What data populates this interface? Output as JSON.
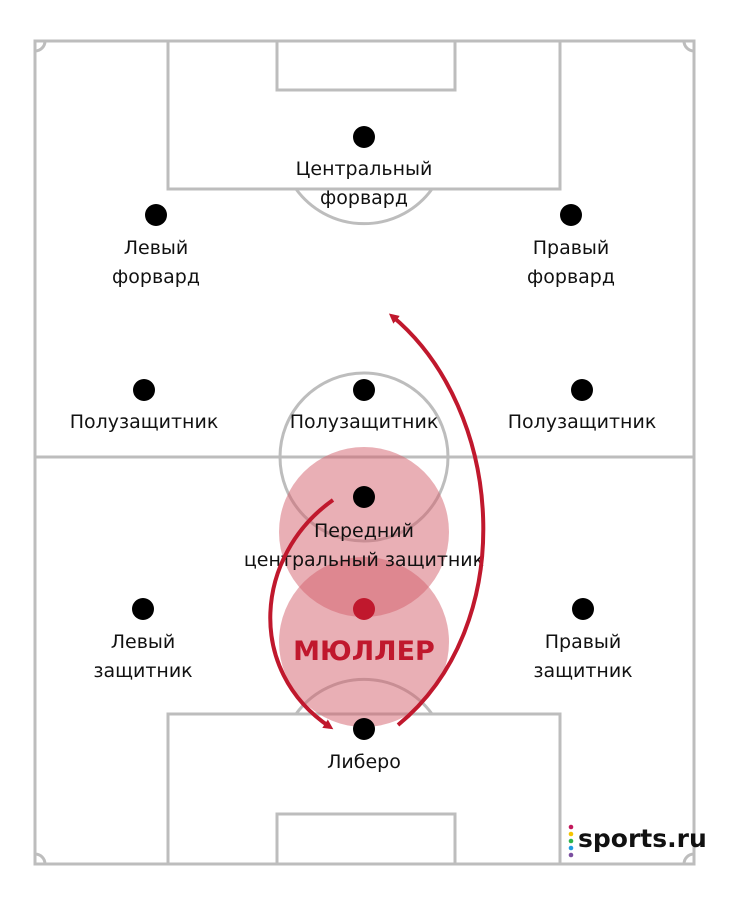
{
  "positions": {
    "center_forward": [
      "Центральный",
      "форвард"
    ],
    "left_forward": [
      "Левый",
      "форвард"
    ],
    "right_forward": [
      "Правый",
      "форвард"
    ],
    "mid_left": "Полузащитник",
    "mid_center": "Полузащитник",
    "mid_right": "Полузащитник",
    "front_center_back": [
      "Передний",
      "центральный защитник"
    ],
    "left_back": [
      "Левый",
      "защитник"
    ],
    "right_back": [
      "Правый",
      "защитник"
    ],
    "libero": "Либеро"
  },
  "player": {
    "name": "МЮЛЛЕР"
  },
  "logo": {
    "text": "sports.ru",
    "dot_colors": [
      "#c2185b",
      "#f5c400",
      "#2db34a",
      "#1e9be0",
      "#7b4fa0"
    ]
  },
  "colors": {
    "accent": "#c0182d",
    "zone": "#d4606c",
    "line": "#bdbdbd"
  }
}
